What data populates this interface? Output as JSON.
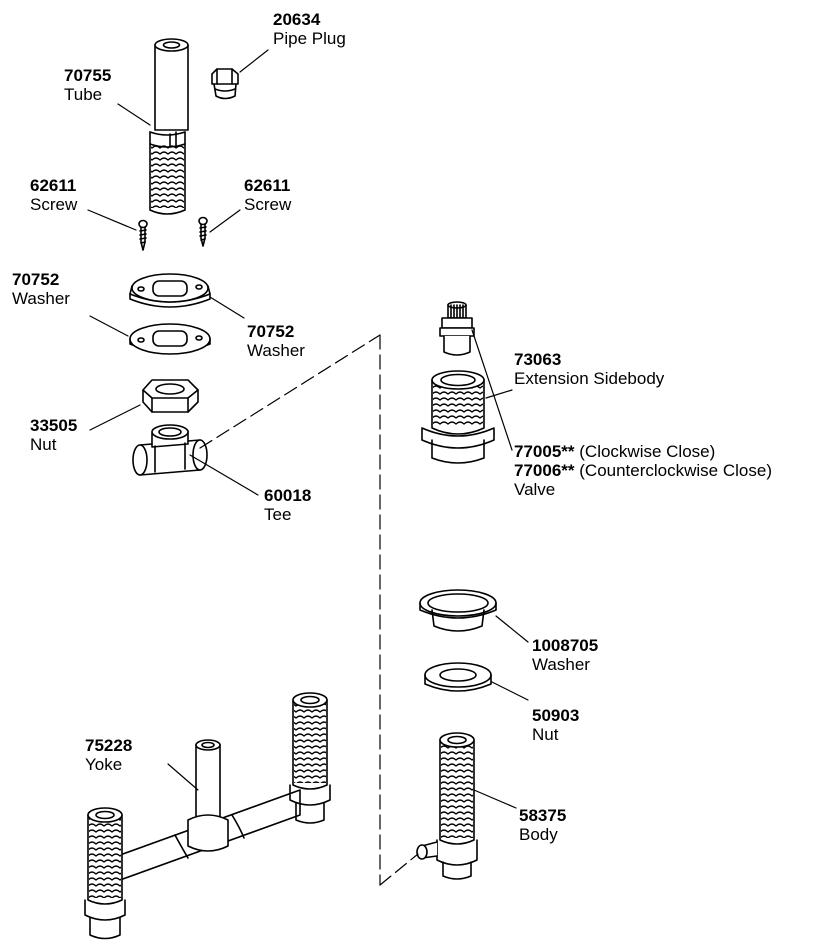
{
  "parts": [
    {
      "id": "pipe-plug",
      "number": "20634",
      "name": "Pipe Plug"
    },
    {
      "id": "tube",
      "number": "70755",
      "name": "Tube"
    },
    {
      "id": "screw-left",
      "number": "62611",
      "name": "Screw"
    },
    {
      "id": "screw-right",
      "number": "62611",
      "name": "Screw"
    },
    {
      "id": "washer-top",
      "number": "70752",
      "name": "Washer"
    },
    {
      "id": "washer-bottom",
      "number": "70752",
      "name": "Washer"
    },
    {
      "id": "nut-33505",
      "number": "33505",
      "name": "Nut"
    },
    {
      "id": "tee",
      "number": "60018",
      "name": "Tee"
    },
    {
      "id": "extension-sidebody",
      "number": "73063",
      "name": "Extension Sidebody"
    },
    {
      "id": "valve",
      "numbers": [
        {
          "number": "77005**",
          "note": "(Clockwise Close)"
        },
        {
          "number": "77006**",
          "note": "(Counterclockwise Close)"
        }
      ],
      "name": "Valve"
    },
    {
      "id": "washer-1008705",
      "number": "1008705",
      "name": "Washer"
    },
    {
      "id": "nut-50903",
      "number": "50903",
      "name": "Nut"
    },
    {
      "id": "body",
      "number": "58375",
      "name": "Body"
    },
    {
      "id": "yoke",
      "number": "75228",
      "name": "Yoke"
    }
  ]
}
